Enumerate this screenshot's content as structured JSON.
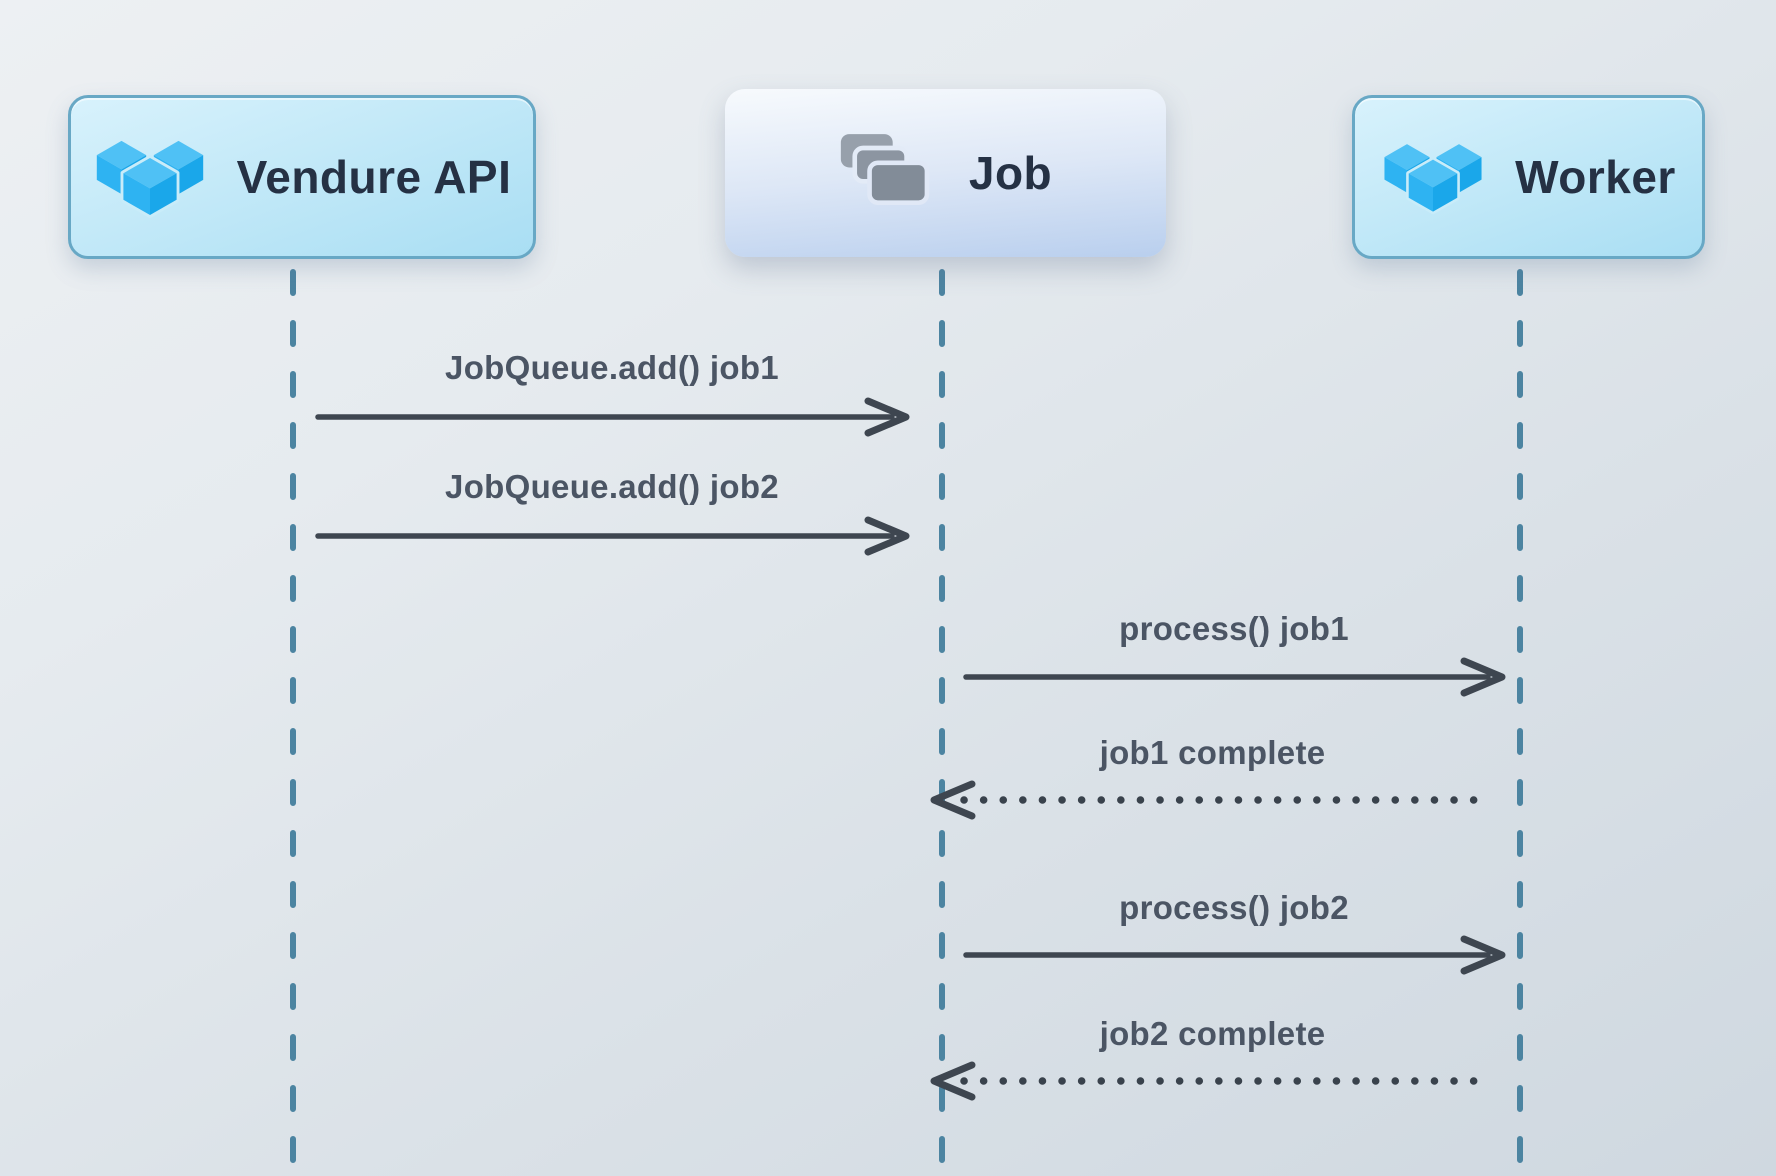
{
  "diagram": {
    "type": "sequence",
    "actors": [
      {
        "id": "api",
        "label": "Vendure API",
        "icon": "vendure-logo-icon"
      },
      {
        "id": "job",
        "label": "Job",
        "icon": "job-stack-icon"
      },
      {
        "id": "worker",
        "label": "Worker",
        "icon": "vendure-logo-icon"
      }
    ],
    "messages": [
      {
        "from": "api",
        "to": "job",
        "label": "JobQueue.add() job1",
        "line": "solid"
      },
      {
        "from": "api",
        "to": "job",
        "label": "JobQueue.add() job2",
        "line": "solid"
      },
      {
        "from": "job",
        "to": "worker",
        "label": "process() job1",
        "line": "solid"
      },
      {
        "from": "worker",
        "to": "job",
        "label": "job1 complete",
        "line": "dotted"
      },
      {
        "from": "job",
        "to": "worker",
        "label": "process() job2",
        "line": "solid"
      },
      {
        "from": "worker",
        "to": "job",
        "label": "job2 complete",
        "line": "dotted"
      }
    ]
  },
  "colors": {
    "background_top": "#edf0f3",
    "background_bottom": "#cfd8e0",
    "lifeline": "#4c84a1",
    "arrow": "#3e4650",
    "message_text": "#4b5564",
    "actor_text": "#253144",
    "actor_box_border": "#68a8c5",
    "actor_box_fill_top": "#d8f2fc",
    "actor_box_fill_bottom": "#a9def3",
    "job_box_fill_top": "#f7fafd",
    "job_box_fill_bottom": "#b9cfee",
    "logo_blue_top": "#4fc1f5",
    "logo_blue_left": "#2eb3f2",
    "logo_blue_right": "#1aa7ea",
    "card_gray_back": "#97a0ab",
    "card_gray_mid": "#8c95a1",
    "card_gray_front": "#828c98"
  }
}
